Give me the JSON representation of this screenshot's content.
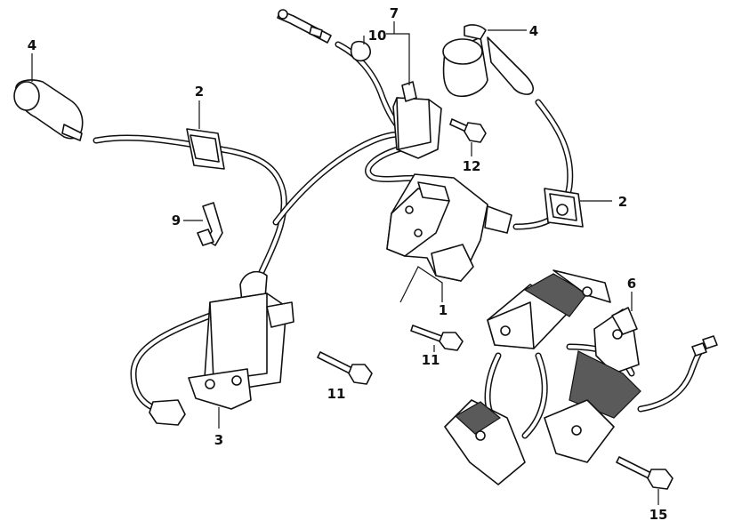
{
  "callouts": {
    "c1": "1",
    "c2a": "2",
    "c2b": "2",
    "c3": "3",
    "c4a": "4",
    "c4b": "4",
    "c6": "6",
    "c7": "7",
    "c9": "9",
    "c10": "10",
    "c11a": "11",
    "c11b": "11",
    "c12": "12",
    "c15": "15"
  },
  "colors": {
    "ink": "#111111",
    "background": "#ffffff",
    "shade": "#3a3a3a"
  }
}
